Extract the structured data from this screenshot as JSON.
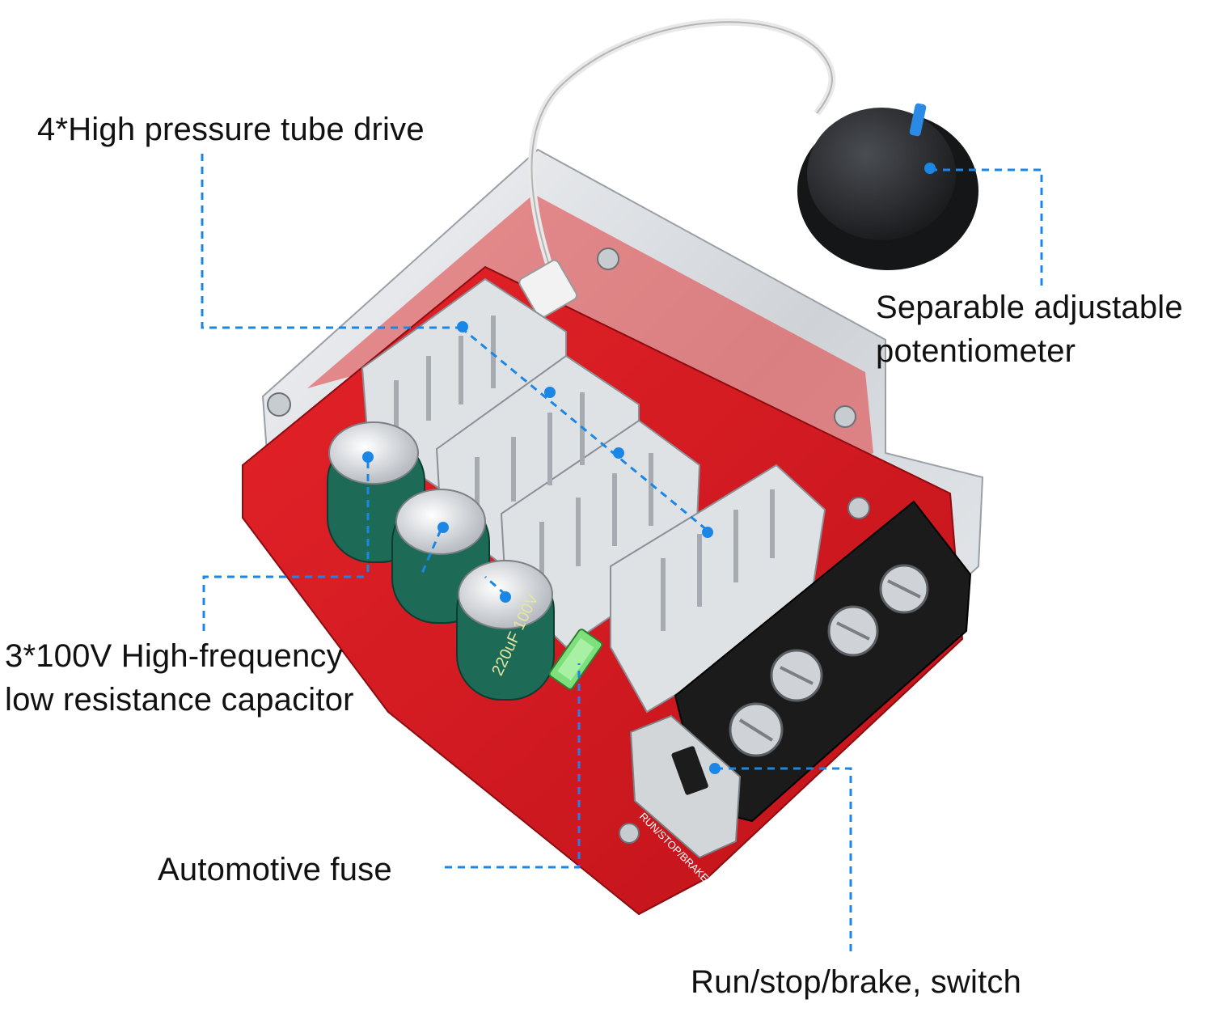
{
  "accent_color": "#1a87e6",
  "board_color": "#d9161c",
  "heatsink_color": "#d7d9dc",
  "capacitor_color": "#1d6b57",
  "labels": {
    "tube_drive": "4*High pressure tube drive",
    "potentiometer_line1": "Separable adjustable",
    "potentiometer_line2": "potentiometer",
    "capacitor_line1": "3*100V High-frequency",
    "capacitor_line2": "low resistance capacitor",
    "fuse": "Automotive fuse",
    "switch": "Run/stop/brake, switch"
  },
  "capacitor_marking": "220uF 100V",
  "switch_marking": "RUN/STOP/BRAKE"
}
